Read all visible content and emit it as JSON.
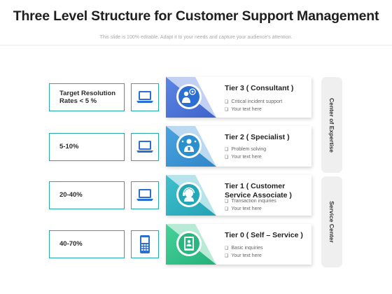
{
  "title": "Three Level Structure for Customer Support Management",
  "subtitle": "This slide is 100% editable. Adapt it to your needs and capture your audience's attention.",
  "rows": [
    {
      "label": "Target Resolution Rates < 5 %",
      "device_icon": "laptop-icon",
      "tier_title": "Tier 3 ( Consultant )",
      "tier_icon": "consultant-icon",
      "bullets": [
        "Critical incident support",
        "Your text here"
      ],
      "accent": "#4a74d8"
    },
    {
      "label": "5-10%",
      "device_icon": "laptop-icon",
      "tier_title": "Tier 2 ( Specialist )",
      "tier_icon": "specialist-icon",
      "bullets": [
        "Problem solving",
        "Your text here"
      ],
      "accent": "#3b96d6"
    },
    {
      "label": "20-40%",
      "device_icon": "laptop-icon",
      "tier_title": "Tier 1 ( Customer Service Associate )",
      "tier_icon": "headset-agent-icon",
      "bullets": [
        "Transaction inquiries",
        "Your text here"
      ],
      "accent": "#2fb3c2"
    },
    {
      "label": "40-70%",
      "device_icon": "mobile-phone-icon",
      "tier_title": "Tier 0 ( Self – Service )",
      "tier_icon": "self-service-icon",
      "bullets": [
        "Basic inquiries",
        "Your text here"
      ],
      "accent": "#33c28a"
    }
  ],
  "side_panels": [
    {
      "label": "Center of Expertise"
    },
    {
      "label": "Service Center"
    }
  ],
  "colors": {
    "box_border": "#2aa7b0",
    "icon_blue": "#2a6fd1",
    "panel_bg": "#efefef"
  }
}
